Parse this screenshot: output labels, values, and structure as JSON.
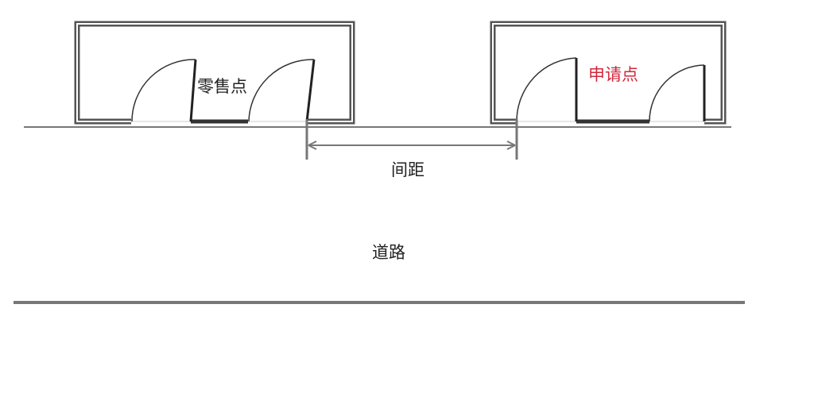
{
  "buildings": {
    "retail": {
      "label": "零售点"
    },
    "applicant": {
      "label": "申请点",
      "label_color": "#d0283c"
    }
  },
  "dimension": {
    "label": "间距"
  },
  "road": {
    "label": "道路"
  }
}
